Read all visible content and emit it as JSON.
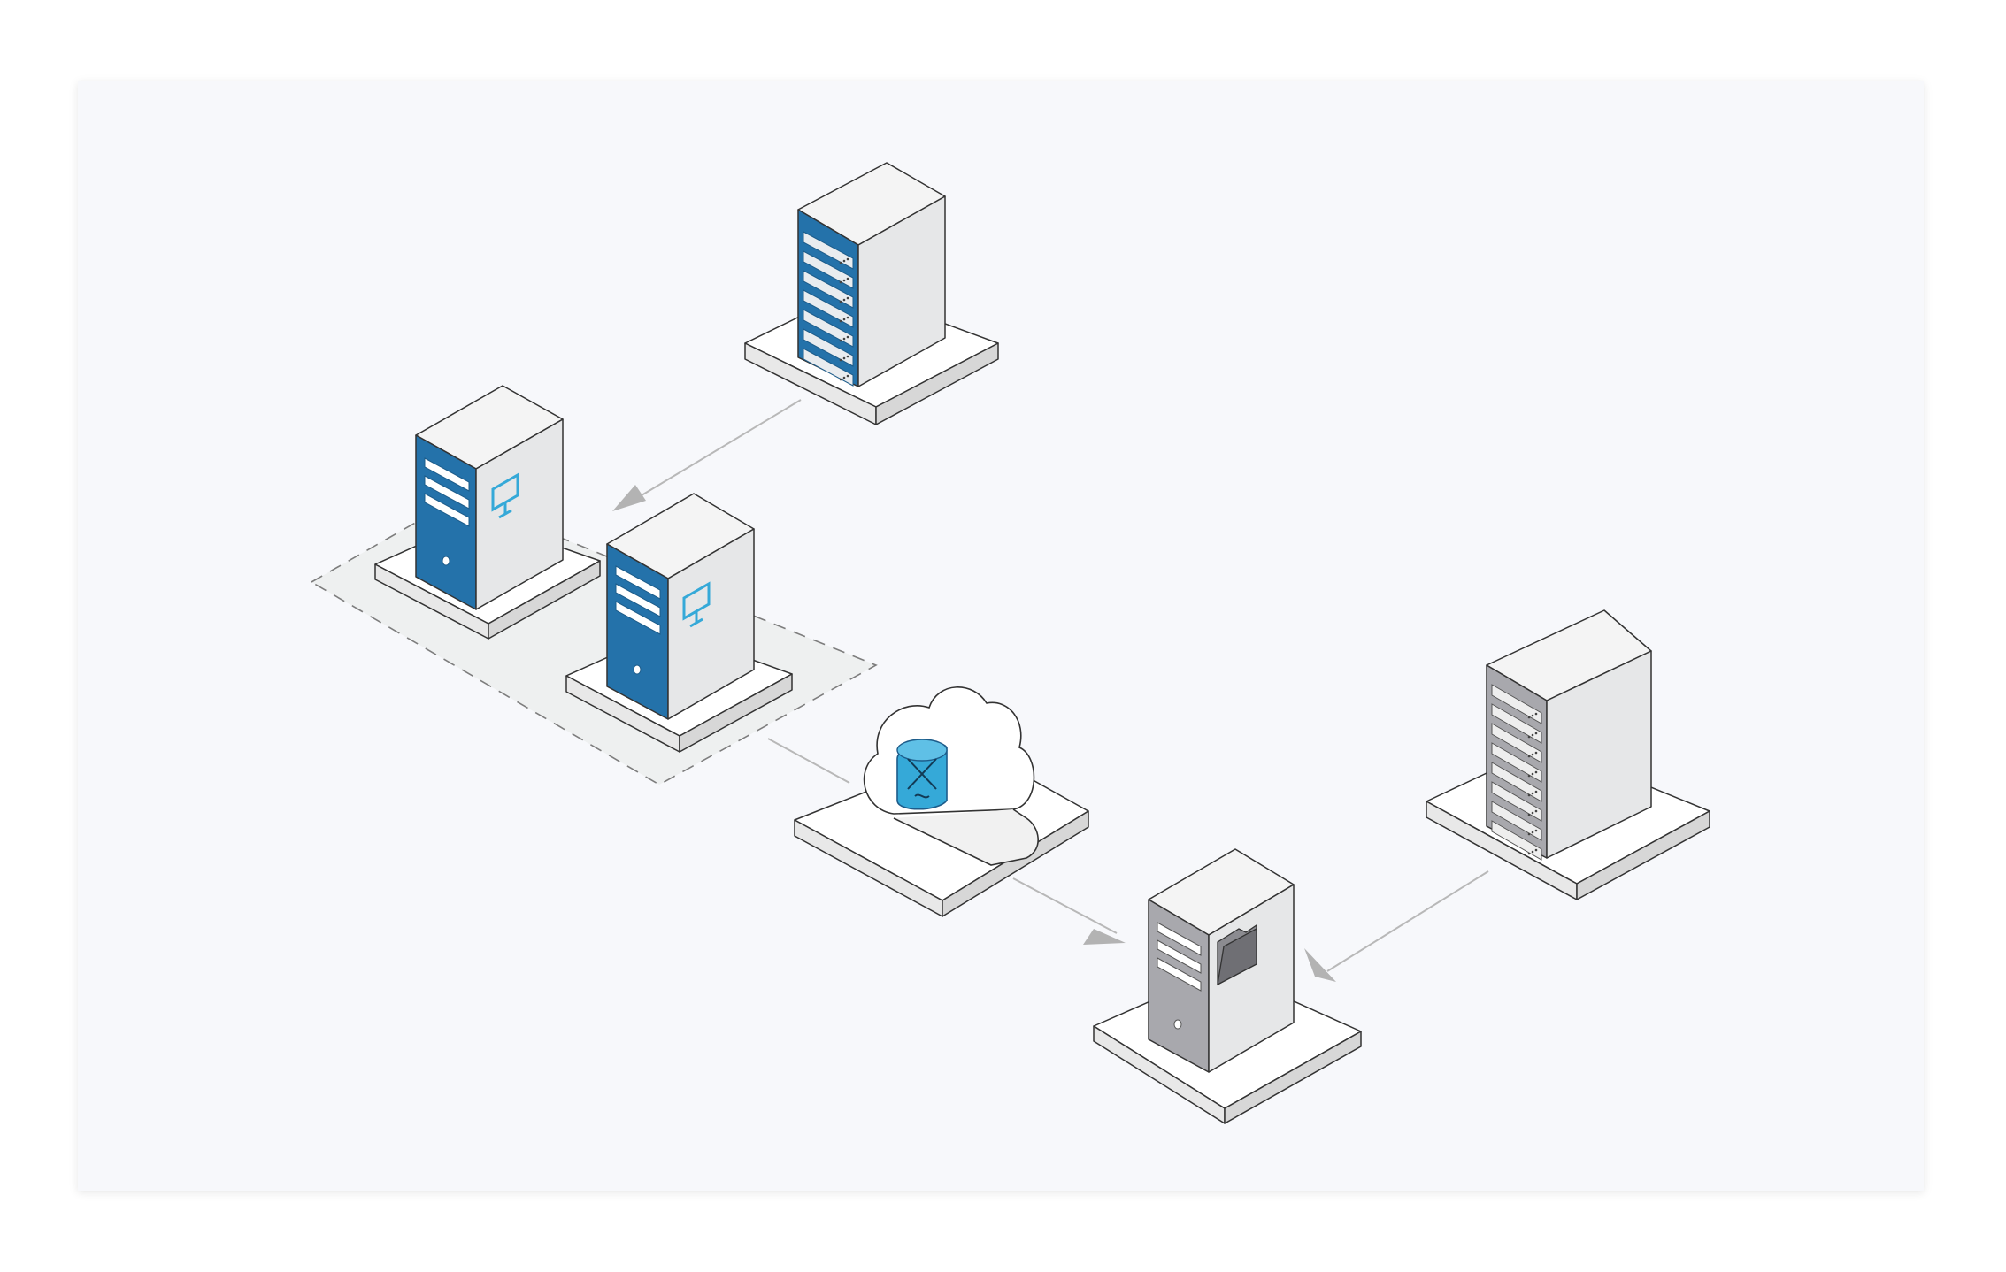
{
  "diagram": {
    "type": "isometric-network-diagram",
    "colors": {
      "background": "#f7f8fb",
      "accent_blue": "#2472aa",
      "light_blue": "#35a9d8",
      "server_face_light": "#e6e7e8",
      "server_top": "#f4f4f4",
      "dark_gray": "#a8a8ad",
      "outline": "#333333",
      "connector": "#b8b8b8",
      "arrowhead": "#b3b3b3",
      "group_fill": "#eef0f0"
    },
    "nodes": [
      {
        "id": "rack-server-top",
        "kind": "rack-server",
        "accent": "blue",
        "icon": "server-rack-icon"
      },
      {
        "id": "workstation-left",
        "kind": "tower-server",
        "accent": "blue",
        "icon": "monitor-icon",
        "group": "workstation-group"
      },
      {
        "id": "workstation-right",
        "kind": "tower-server",
        "accent": "blue",
        "icon": "monitor-icon",
        "group": "workstation-group"
      },
      {
        "id": "cloud-network",
        "kind": "cloud",
        "accent": "light-blue",
        "icon": "router-icon"
      },
      {
        "id": "rack-server-right",
        "kind": "rack-server",
        "accent": "gray",
        "icon": "server-rack-icon"
      },
      {
        "id": "file-server",
        "kind": "tower-server",
        "accent": "gray",
        "icon": "folder-icon"
      }
    ],
    "groups": [
      {
        "id": "workstation-group",
        "style": "dashed"
      }
    ],
    "connections": [
      {
        "from": "rack-server-top",
        "to": "workstation-group",
        "arrow": true
      },
      {
        "from": "workstation-group",
        "to": "cloud-network",
        "arrow": false
      },
      {
        "from": "cloud-network",
        "to": "file-server",
        "arrow": true
      },
      {
        "from": "rack-server-right",
        "to": "file-server",
        "arrow": true
      }
    ]
  }
}
